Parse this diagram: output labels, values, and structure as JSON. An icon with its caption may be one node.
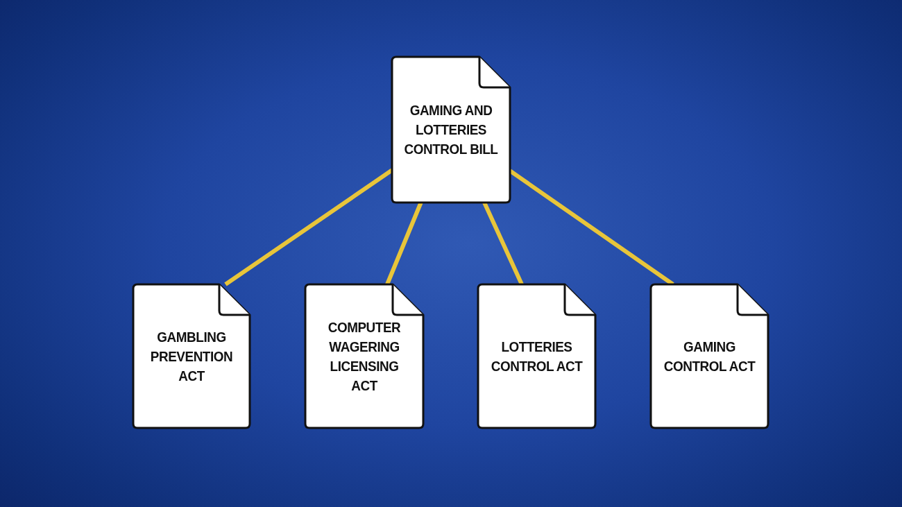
{
  "diagram": {
    "nodes": [
      {
        "text": [
          "GAMING AND LOTTERIES CONTROL BILL"
        ]
      },
      {
        "text": [
          "GAMBLING PREVENTION ACT"
        ]
      },
      {
        "text": [
          "COMPUTER WAGERING LICENSING ACT"
        ]
      },
      {
        "text": [
          "LOTTERIES CONTROL ACT"
        ]
      },
      {
        "text": [
          "GAMING CONTROL ACT"
        ]
      }
    ],
    "edges": [
      {
        "from": 0,
        "to": 1,
        "arrow": "none"
      },
      {
        "from": 0,
        "to": 2,
        "arrow": "none"
      },
      {
        "from": 0,
        "to": 3,
        "arrow": "none"
      },
      {
        "from": 0,
        "to": 4,
        "arrow": "none"
      }
    ]
  }
}
